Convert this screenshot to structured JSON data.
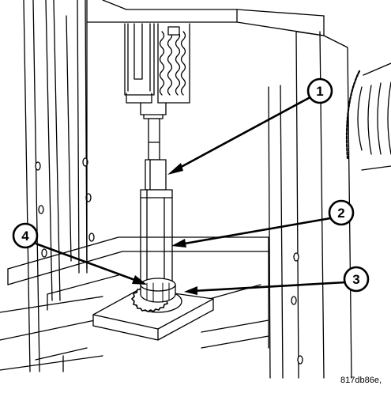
{
  "callouts": [
    {
      "number": "1"
    },
    {
      "number": "2"
    },
    {
      "number": "3"
    },
    {
      "number": "4"
    }
  ],
  "figure_id": "817db86e,"
}
